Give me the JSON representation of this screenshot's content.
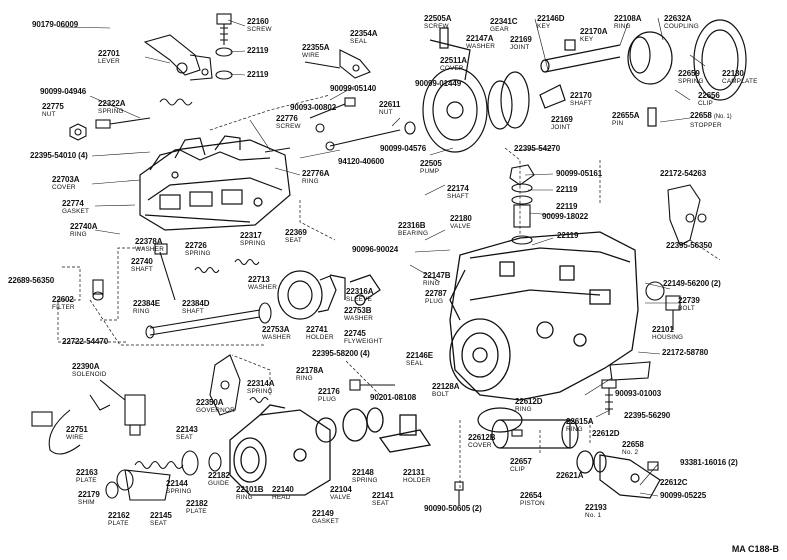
{
  "figure_code": "MA C188-B",
  "parts": [
    {
      "part_no": "90179-06009",
      "name": ""
    },
    {
      "part_no": "22160",
      "name": "SCREW"
    },
    {
      "part_no": "22119",
      "name": ""
    },
    {
      "part_no": "22119",
      "name": ""
    },
    {
      "part_no": "22701",
      "name": "LEVER"
    },
    {
      "part_no": "22355A",
      "name": "WIRE"
    },
    {
      "part_no": "22354A",
      "name": "SEAL"
    },
    {
      "part_no": "22505A",
      "name": "SCREW"
    },
    {
      "part_no": "22341C",
      "name": "GEAR"
    },
    {
      "part_no": "22146D",
      "name": "KEY"
    },
    {
      "part_no": "22108A",
      "name": "RING"
    },
    {
      "part_no": "22632A",
      "name": "COUPLING"
    },
    {
      "part_no": "22147A",
      "name": "WASHER"
    },
    {
      "part_no": "22169",
      "name": "JOINT"
    },
    {
      "part_no": "22170A",
      "name": "KEY"
    },
    {
      "part_no": "22511A",
      "name": "COVER"
    },
    {
      "part_no": "22659",
      "name": "SPRING"
    },
    {
      "part_no": "22130",
      "name": "CAMPLATE"
    },
    {
      "part_no": "90099-04946",
      "name": ""
    },
    {
      "part_no": "22322A",
      "name": "SPRING"
    },
    {
      "part_no": "90099-05140",
      "name": ""
    },
    {
      "part_no": "90099-01449",
      "name": ""
    },
    {
      "part_no": "22170",
      "name": "SHAFT"
    },
    {
      "part_no": "22656",
      "name": "CLIP"
    },
    {
      "part_no": "22775",
      "name": "NUT"
    },
    {
      "part_no": "90093-00802",
      "name": ""
    },
    {
      "part_no": "22611",
      "name": "NUT"
    },
    {
      "part_no": "22169",
      "name": "JOINT"
    },
    {
      "part_no": "22655A",
      "name": "PIN"
    },
    {
      "part_no": "22658",
      "name": "STOPPER",
      "suffix": "(No. 1)"
    },
    {
      "part_no": "22776",
      "name": "SCREW"
    },
    {
      "part_no": "90099-04576",
      "name": ""
    },
    {
      "part_no": "22395-54010 (4)",
      "name": ""
    },
    {
      "part_no": "94120-40600",
      "name": ""
    },
    {
      "part_no": "22505",
      "name": "PUMP"
    },
    {
      "part_no": "22395-54270",
      "name": ""
    },
    {
      "part_no": "22703A",
      "name": "COVER"
    },
    {
      "part_no": "22776A",
      "name": "RING"
    },
    {
      "part_no": "90099-05161",
      "name": ""
    },
    {
      "part_no": "22172-54263",
      "name": ""
    },
    {
      "part_no": "22119",
      "name": ""
    },
    {
      "part_no": "22174",
      "name": "SHAFT"
    },
    {
      "part_no": "22774",
      "name": "GASKET"
    },
    {
      "part_no": "22119",
      "name": ""
    },
    {
      "part_no": "22316B",
      "name": "BEARING"
    },
    {
      "part_no": "90099-18022",
      "name": ""
    },
    {
      "part_no": "22180",
      "name": "VALVE"
    },
    {
      "part_no": "22740A",
      "name": "RING"
    },
    {
      "part_no": "22317",
      "name": "SPRING"
    },
    {
      "part_no": "22369",
      "name": "SEAT"
    },
    {
      "part_no": "22119",
      "name": ""
    },
    {
      "part_no": "22378A",
      "name": "WASHER"
    },
    {
      "part_no": "22726",
      "name": "SPRING"
    },
    {
      "part_no": "90096-90024",
      "name": ""
    },
    {
      "part_no": "22395-56350",
      "name": ""
    },
    {
      "part_no": "22740",
      "name": "SHAFT"
    },
    {
      "part_no": "22713",
      "name": "WASHER"
    },
    {
      "part_no": "22147B",
      "name": "RING"
    },
    {
      "part_no": "22689-56350",
      "name": ""
    },
    {
      "part_no": "22316A",
      "name": "SLEEVE"
    },
    {
      "part_no": "22787",
      "name": "PLUG"
    },
    {
      "part_no": "22149-56200 (2)",
      "name": ""
    },
    {
      "part_no": "22602",
      "name": "FILTER"
    },
    {
      "part_no": "22384E",
      "name": "RING"
    },
    {
      "part_no": "22384D",
      "name": "SHAFT"
    },
    {
      "part_no": "22753B",
      "name": "WASHER"
    },
    {
      "part_no": "22739",
      "name": "BOLT"
    },
    {
      "part_no": "22753A",
      "name": "WASHER"
    },
    {
      "part_no": "22741",
      "name": "HOLDER"
    },
    {
      "part_no": "22745",
      "name": "FLYWEIGHT"
    },
    {
      "part_no": "22101",
      "name": "HOUSING"
    },
    {
      "part_no": "22722-54470",
      "name": ""
    },
    {
      "part_no": "22395-58200 (4)",
      "name": ""
    },
    {
      "part_no": "22146E",
      "name": "SEAL"
    },
    {
      "part_no": "22172-58780",
      "name": ""
    },
    {
      "part_no": "22390A",
      "name": "SOLENOID"
    },
    {
      "part_no": "22178A",
      "name": "RING"
    },
    {
      "part_no": "22314A",
      "name": "SPRING"
    },
    {
      "part_no": "22176",
      "name": "PLUG"
    },
    {
      "part_no": "22128A",
      "name": "BOLT"
    },
    {
      "part_no": "90093-01003",
      "name": ""
    },
    {
      "part_no": "90201-08108",
      "name": ""
    },
    {
      "part_no": "22350A",
      "name": "GOVERNOR"
    },
    {
      "part_no": "22612D",
      "name": "RING"
    },
    {
      "part_no": "22395-56290",
      "name": ""
    },
    {
      "part_no": "22751",
      "name": "WIRE"
    },
    {
      "part_no": "22615A",
      "name": "RING"
    },
    {
      "part_no": "22143",
      "name": "SEAT"
    },
    {
      "part_no": "22612D",
      "name": ""
    },
    {
      "part_no": "22612B",
      "name": "COVER"
    },
    {
      "part_no": "22658",
      "name": "",
      "suffix": "No. 2"
    },
    {
      "part_no": "93381-16016 (2)",
      "name": ""
    },
    {
      "part_no": "22657",
      "name": "CLIP"
    },
    {
      "part_no": "22163",
      "name": "PLATE"
    },
    {
      "part_no": "22144",
      "name": "SPRING"
    },
    {
      "part_no": "22182",
      "name": "GUIDE"
    },
    {
      "part_no": "22101B",
      "name": "RING"
    },
    {
      "part_no": "22140",
      "name": "HEAD"
    },
    {
      "part_no": "22104",
      "name": "VALVE"
    },
    {
      "part_no": "22148",
      "name": "SPRING"
    },
    {
      "part_no": "22141",
      "name": "SEAT"
    },
    {
      "part_no": "22131",
      "name": "HOLDER"
    },
    {
      "part_no": "22621A",
      "name": ""
    },
    {
      "part_no": "22612C",
      "name": ""
    },
    {
      "part_no": "22179",
      "name": "SHIM"
    },
    {
      "part_no": "22182",
      "name": "PLATE"
    },
    {
      "part_no": "90099-05225",
      "name": ""
    },
    {
      "part_no": "22162",
      "name": "PLATE"
    },
    {
      "part_no": "22145",
      "name": "SEAT"
    },
    {
      "part_no": "22149",
      "name": "GASKET"
    },
    {
      "part_no": "90090-50605 (2)",
      "name": ""
    },
    {
      "part_no": "22654",
      "name": "PISTON"
    },
    {
      "part_no": "22193",
      "name": "",
      "suffix": "No. 1"
    }
  ]
}
